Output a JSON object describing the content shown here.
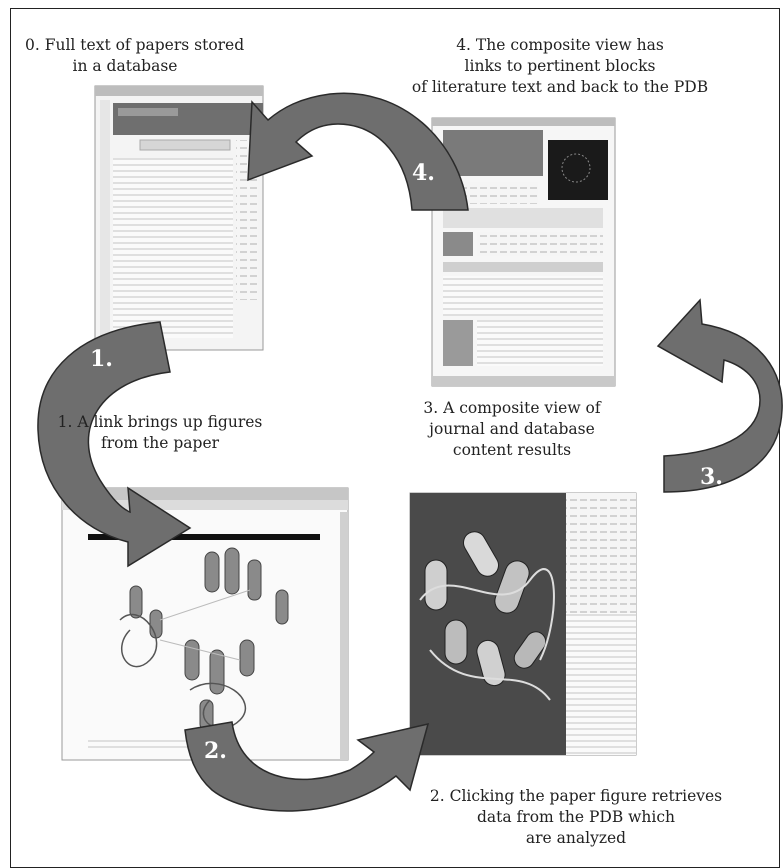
{
  "captions": {
    "step0_line1": "0. Full text of papers stored",
    "step0_line2": "in a database",
    "step4_line1": "4. The composite view has",
    "step4_line2": "links to pertinent blocks",
    "step4_line3": "of literature text and back to the PDB",
    "step1_line1": "1. A link brings up figures",
    "step1_line2": "from the paper",
    "step3_line1": "3. A composite view of",
    "step3_line2": "journal and database",
    "step3_line3": "content results",
    "step2_line1": "2. Clicking the paper figure retrieves",
    "step2_line2": "data from the PDB which",
    "step2_line3": "are analyzed"
  },
  "arrow_labels": {
    "one": "1.",
    "two": "2.",
    "three": "3.",
    "four": "4."
  },
  "screenshots": {
    "paper_fulltext": "paper-fulltext-screenshot",
    "composite_view": "composite-view-screenshot",
    "paper_figure": "paper-figure-screenshot",
    "pdb_structure_viewer": "pdb-structure-viewer-screenshot"
  },
  "colors": {
    "arrow_fill": "#6e6e6e",
    "arrow_stroke": "#2a2a2a",
    "frame_border": "#222222",
    "text": "#222222"
  }
}
